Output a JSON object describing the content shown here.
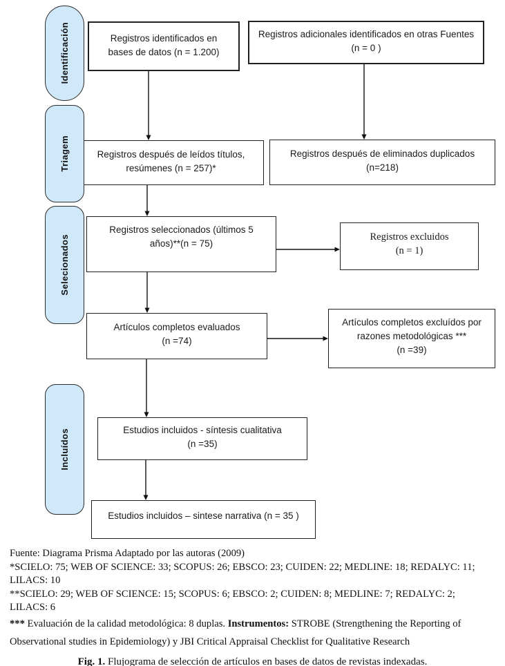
{
  "stages": {
    "identificacion": "Identificación",
    "triagem": "Triagem",
    "selecionados": "Selecionados",
    "incluidos": "Incluídos"
  },
  "boxes": {
    "identified_db": {
      "line1": "Registros identificados en",
      "line2": "bases de datos (n = 1.200)"
    },
    "additional_sources": {
      "line1": "Registros adicionales identificados en otras Fuentes",
      "line2": "(n = 0 )"
    },
    "after_titles": {
      "line1": "Registros después de leídos títulos,",
      "line2": "resúmenes (n = 257)*"
    },
    "after_duplicates": {
      "line1": "Registros después de eliminados duplicados",
      "line2": "(n=218)"
    },
    "selected": {
      "line1": "Registros seleccionados (últimos 5",
      "line2": "años)**(n = 75)"
    },
    "excluded": {
      "line1": "Registros excluidos",
      "line2": "(n = 1)"
    },
    "fulltext_evaluated": {
      "line1": "Artículos completos evaluados",
      "line2": "(n =74)"
    },
    "fulltext_excluded": {
      "line1": "Artículos completos excluídos por",
      "line2": "razones metodológicas ***",
      "line3": "(n =39)"
    },
    "qualitative": {
      "line1": "Estudios incluidos -  síntesis cualitativa",
      "line2": "(n =35)"
    },
    "narrative": {
      "line1": "Estudios incluidos – sintese narrativa (n =  35 )"
    }
  },
  "notes": {
    "fuente": "Fuente: Diagrama Prisma Adaptado por las autoras (2009)",
    "note1": "*SCIELO: 75; WEB OF SCIENCE: 33; SCOPUS: 26; EBSCO: 23; CUIDEN: 22; MEDLINE: 18; REDALYC: 11; LILACS: 10",
    "note2": "**SCIELO: 29; WEB OF SCIENCE: 15; SCOPUS: 6; EBSCO: 2; CUIDEN: 8; MEDLINE: 7; REDALYC: 2; LILACS: 6",
    "note3_stars": "***",
    "note3_pre": " Evaluación de la calidad metodológica: 8 duplas. ",
    "note3_bold": "Instrumentos:",
    "note3_post": " STROBE (Strengthening the Reporting of Observational studies in Epidemiology) y JBI Critical Appraisal Checklist for Qualitative Research",
    "caption_bold": "Fig. 1.",
    "caption_text": " Flujograma de selección de artículos en bases de datos de revistas indexadas."
  },
  "colors": {
    "stage_fill": "#cfe9fb",
    "stage_border": "#2b2b2b",
    "box_border": "#1f1f1f",
    "arrow": "#111111"
  }
}
